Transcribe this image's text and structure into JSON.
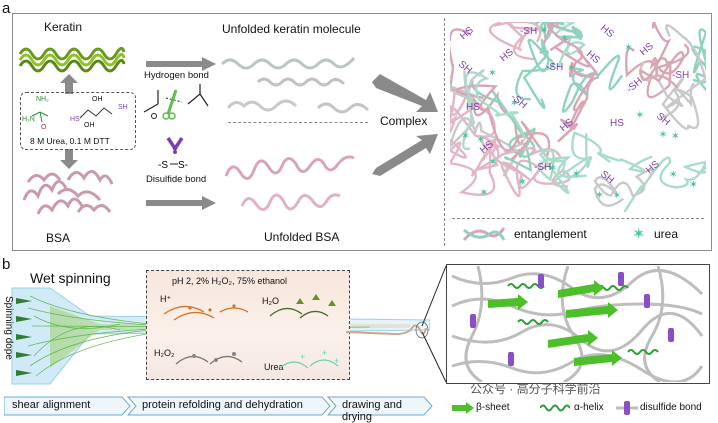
{
  "panel_a": {
    "letter": "a",
    "keratin": "Keratin",
    "bsa": "BSA",
    "reagents": "8 M Urea, 0.1 M DTT",
    "chem_nh2": "NH₂",
    "chem_h2n": "H₂N",
    "chem_o": "O",
    "chem_hs": "HS",
    "chem_oh1": "OH",
    "chem_oh2": "OH",
    "chem_sh": "SH",
    "hydrogen_bond": "Hydrogen bond",
    "disulfide_bond": "Disulfide bond",
    "unfolded_keratin": "Unfolded keratin molecule",
    "unfolded_bsa": "Unfolded BSA",
    "complex": "Complex",
    "legend_entanglement": "entanglement",
    "legend_urea": "urea",
    "sh_labels": [
      "HS",
      "-SH",
      "HS",
      "HS",
      "-SH",
      "SH",
      "HS",
      "-SH",
      "HS",
      "-SH",
      "HS",
      "-SH",
      "HS",
      "HS",
      "SH",
      "HS",
      "-SH",
      "SH",
      "HS"
    ]
  },
  "panel_b": {
    "letter": "b",
    "wet_spinning": "Wet spinning",
    "spinning_dope": "Spinning dope",
    "bath": "pH 2, 2% H₂O₂, 75% ethanol",
    "hplus": "H⁺",
    "water": "H₂O",
    "h2o2": "H₂O₂",
    "urea": "Urea",
    "steps": [
      "shear alignment",
      "protein refolding and dehydration",
      "drawing and drying"
    ],
    "legend_beta": "β-sheet",
    "legend_alpha": "α-helix",
    "legend_disulfide": "disulfide bond",
    "watermark": "公众号 · 高分子科学前沿"
  },
  "colors": {
    "green": "#2e9e3a",
    "purple": "#7a3fb0",
    "pink": "#d9a6b4",
    "teal": "#5fc9a8",
    "gray": "#bcbcbc"
  }
}
